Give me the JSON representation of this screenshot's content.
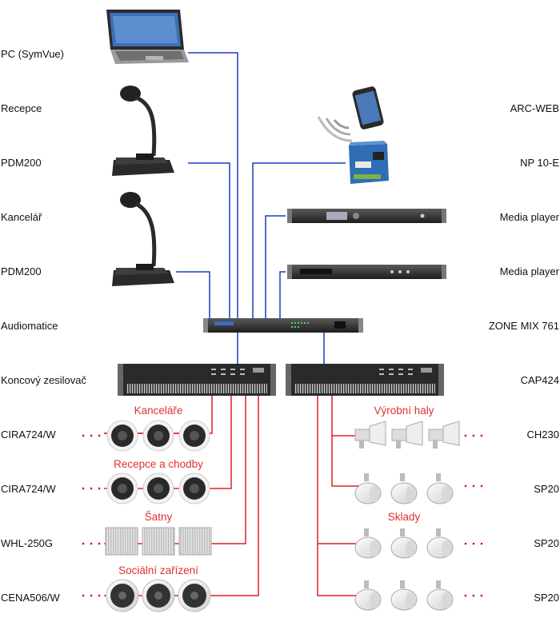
{
  "left_labels": {
    "pc": "PC (SymVue)",
    "recepce": "Recepce",
    "pdm200_a": "PDM200",
    "kancelar": "Kancelář",
    "pdm200_b": "PDM200",
    "audiomatice": "Audiomatice",
    "koncovy": "Koncový zesilovač",
    "cira_a": "CIRA724/W",
    "cira_b": "CIRA724/W",
    "whl": "WHL-250G",
    "cena": "CENA506/W"
  },
  "right_labels": {
    "arcweb": "ARC-WEB",
    "np10e": "NP 10-E",
    "media_a": "Media player",
    "media_b": "Media player",
    "zonemix": "ZONE MIX 761",
    "cap424": "CAP424",
    "ch230": "CH230",
    "sp20_a": "SP20",
    "sp20_b": "SP20",
    "sp20_c": "SP20"
  },
  "zones": {
    "kancelare": "Kanceláře",
    "recepce_chodby": "Recepce a chodby",
    "satny": "Šatny",
    "socialni": "Sociální zařízení",
    "vyrobni": "Výrobní haly",
    "sklady": "Sklady"
  },
  "colors": {
    "control_line": "#1a3fbf",
    "speaker_line": "#e02020",
    "zone_text": "#e03030"
  },
  "icons": {
    "pc": "laptop-icon",
    "mic": "paging-microphone-icon",
    "phone": "smartphone-wifi-icon",
    "np10e": "network-panel-icon",
    "media": "media-player-rack-icon",
    "mixer": "zone-mixer-rack-icon",
    "amp": "amplifier-rack-icon",
    "ceiling_speaker": "ceiling-speaker-icon",
    "horn": "horn-speaker-icon",
    "projector": "projector-speaker-icon",
    "wall": "wall-speaker-icon"
  }
}
